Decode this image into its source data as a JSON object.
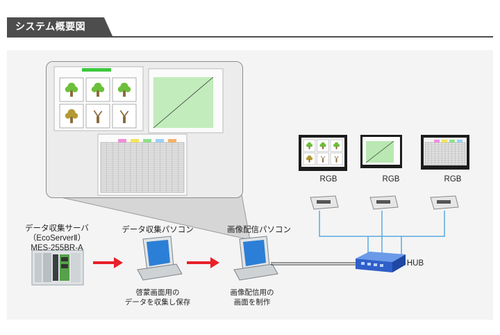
{
  "header": {
    "title": "システム概要図"
  },
  "nodes": {
    "server": {
      "line1": "データ収集サーバ",
      "line2": "（EcoServerⅡ）",
      "line3": "MES-255BR-A"
    },
    "collect_pc": {
      "title": "データ収集パソコン",
      "desc1": "啓蒙画面用の",
      "desc2": "データを収集し保存"
    },
    "display_pc": {
      "title": "画像配信パソコン",
      "desc1": "画像配信用の",
      "desc2": "画面を制作"
    },
    "hub": {
      "label": "HUB"
    },
    "monitors": [
      {
        "port": "RGB"
      },
      {
        "port": "RGB"
      },
      {
        "port": "RGB"
      }
    ]
  },
  "colors": {
    "arrow": "#e8202a",
    "network_line": "#5aa9e0",
    "accent_green": "#3ec83e"
  }
}
